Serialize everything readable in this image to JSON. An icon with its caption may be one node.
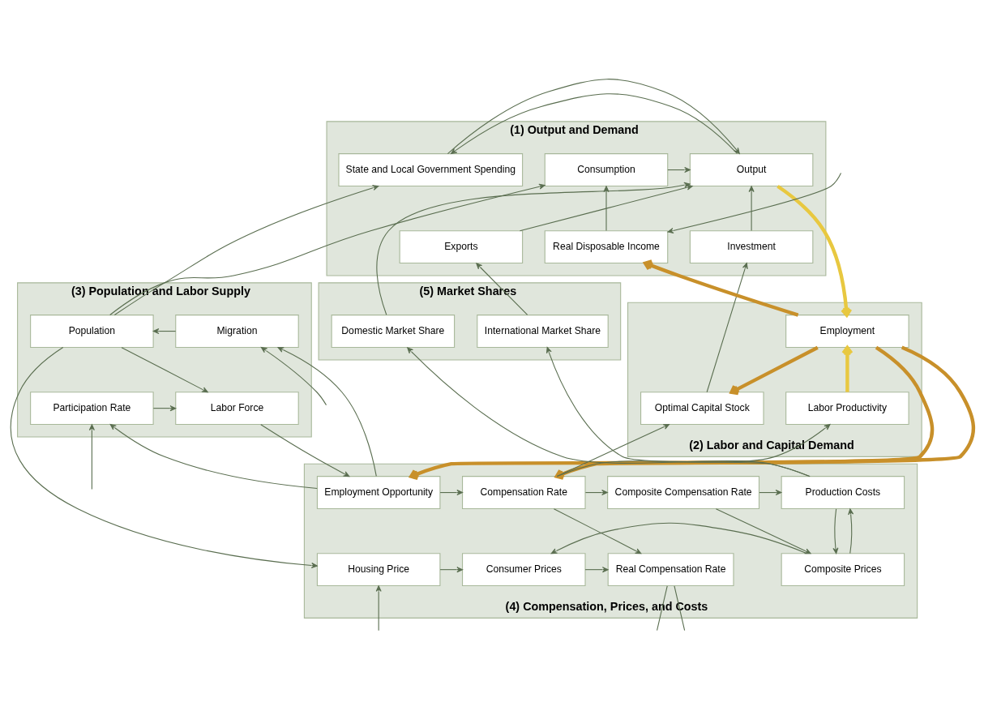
{
  "diagram": {
    "nodes": [
      {
        "text": [
          "(1) Output and Demand"
        ]
      },
      {
        "text": [
          "State and Local Government Spending"
        ],
        "in": 0
      },
      {
        "text": [
          "Output"
        ],
        "in": 0
      },
      {
        "text": [
          "Consumption"
        ],
        "in": 0
      },
      {
        "text": [
          "Investment"
        ],
        "in": 0
      },
      {
        "text": [
          "Exports"
        ],
        "in": 0
      },
      {
        "text": [
          "Real Disposable Income"
        ],
        "in": 0
      },
      {
        "text": [
          "(3) Population and Labor Supply"
        ]
      },
      {
        "text": [
          "Migration"
        ],
        "in": 7
      },
      {
        "text": [
          "Population"
        ],
        "in": 7
      },
      {
        "text": [
          "Participation Rate"
        ],
        "in": 7
      },
      {
        "text": [
          "Labor Force"
        ],
        "in": 7
      },
      {
        "text": [
          "(2) Labor and Capital Demand"
        ]
      },
      {
        "text": [
          "Employment"
        ],
        "in": 12
      },
      {
        "text": [
          "Optimal Capital Stock"
        ],
        "in": 12
      },
      {
        "text": [
          "Labor Productivity"
        ],
        "in": 12
      },
      {
        "text": [
          "(5) Market Shares"
        ]
      },
      {
        "text": [
          "Domestic Market Share"
        ],
        "in": 16
      },
      {
        "text": [
          "International Market Share"
        ],
        "in": 16
      },
      {
        "text": [
          "(4) Compensation, Prices, and Costs"
        ]
      },
      {
        "text": [
          "Employment Opportunity"
        ],
        "in": 19
      },
      {
        "text": [
          "Compensation Rate"
        ],
        "in": 19
      },
      {
        "text": [
          "Composite Compensation Rate"
        ],
        "in": 19
      },
      {
        "text": [
          "Production Costs"
        ],
        "in": 19
      },
      {
        "text": [
          "Housing Price"
        ],
        "in": 19
      },
      {
        "text": [
          "Consumer Prices"
        ],
        "in": 19
      },
      {
        "text": [
          "Real Compensation Rate"
        ],
        "in": 19
      },
      {
        "text": [
          "Composite Prices"
        ],
        "in": 19
      }
    ],
    "edges": [
      {
        "from": 2,
        "to": 1,
        "arrow": "to"
      },
      {
        "from": 1,
        "to": 2,
        "arrow": "to"
      },
      {
        "from": 4,
        "to": 2,
        "arrow": "to"
      },
      {
        "from": 3,
        "to": 2,
        "arrow": "to"
      },
      {
        "from": 5,
        "to": 2,
        "arrow": "to"
      },
      {
        "from": 6,
        "to": 3,
        "arrow": "to"
      },
      {
        "from": 17,
        "to": 2,
        "arrow": "to"
      },
      {
        "from": 18,
        "to": 5,
        "arrow": "to"
      },
      {
        "from": null,
        "to": 6,
        "arrow": "to"
      },
      {
        "from": 2,
        "to": 13,
        "arrow": "to",
        "style": "thick",
        "color": "#e8c840"
      },
      {
        "from": 13,
        "to": 6,
        "arrow": "to",
        "style": "thick",
        "color": "#c8902a"
      },
      {
        "from": 13,
        "to": 14,
        "arrow": "to",
        "style": "thick",
        "color": "#c8902a"
      },
      {
        "from": 15,
        "to": 13,
        "arrow": "to",
        "style": "thick",
        "color": "#e8c840"
      },
      {
        "from": 13,
        "to": 20,
        "arrow": "to",
        "style": "thick",
        "color": "#c8902a"
      },
      {
        "from": 13,
        "to": 21,
        "arrow": "to",
        "style": "thick",
        "color": "#c8902a"
      },
      {
        "from": 14,
        "to": 4,
        "arrow": "to"
      },
      {
        "from": 9,
        "to": 1,
        "arrow": "to"
      },
      {
        "from": 9,
        "to": 24,
        "arrow": "to"
      },
      {
        "from": 9,
        "to": 3,
        "arrow": "to"
      },
      {
        "from": 8,
        "to": 9,
        "arrow": "to"
      },
      {
        "from": 9,
        "to": 11,
        "arrow": "to"
      },
      {
        "from": 10,
        "to": 11,
        "arrow": "to"
      },
      {
        "from": 11,
        "to": 20,
        "arrow": "to"
      },
      {
        "from": 20,
        "to": 10,
        "arrow": "to"
      },
      {
        "from": 20,
        "to": 8,
        "arrow": "to"
      },
      {
        "from": null,
        "to": 8,
        "arrow": "to"
      },
      {
        "from": null,
        "to": 10,
        "arrow": "to"
      },
      {
        "from": 20,
        "to": 21,
        "arrow": "to"
      },
      {
        "from": 21,
        "to": 14,
        "arrow": "to"
      },
      {
        "from": 21,
        "to": 15,
        "arrow": "to"
      },
      {
        "from": 21,
        "to": 22,
        "arrow": "to"
      },
      {
        "from": 22,
        "to": 23,
        "arrow": "to"
      },
      {
        "from": 21,
        "to": 26,
        "arrow": "to"
      },
      {
        "from": 22,
        "to": 27,
        "arrow": "to"
      },
      {
        "from": 24,
        "to": 25,
        "arrow": "to"
      },
      {
        "from": 25,
        "to": 26,
        "arrow": "to"
      },
      {
        "from": 27,
        "to": 23,
        "arrow": "to"
      },
      {
        "from": 23,
        "to": 27,
        "arrow": "to"
      },
      {
        "from": 27,
        "to": 25,
        "arrow": "to"
      },
      {
        "from": 23,
        "to": 17,
        "arrow": "to"
      },
      {
        "from": 23,
        "to": 18,
        "arrow": "to"
      },
      {
        "from": null,
        "to": 24,
        "arrow": "to"
      },
      {
        "from": 26,
        "to": null,
        "arrow": "none"
      },
      {
        "from": 26,
        "to": null,
        "arrow": "none"
      }
    ]
  }
}
